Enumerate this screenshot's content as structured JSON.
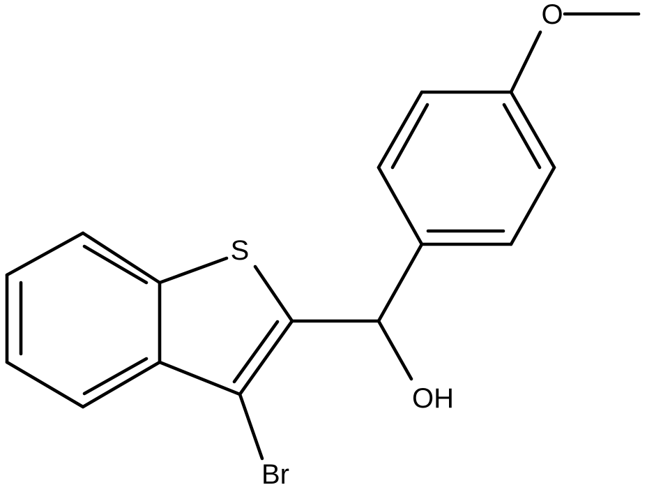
{
  "molecule": {
    "atoms": {
      "oxygen_methoxy": "O",
      "sulfur": "S",
      "hydroxyl": "OH",
      "bromine": "Br"
    }
  }
}
